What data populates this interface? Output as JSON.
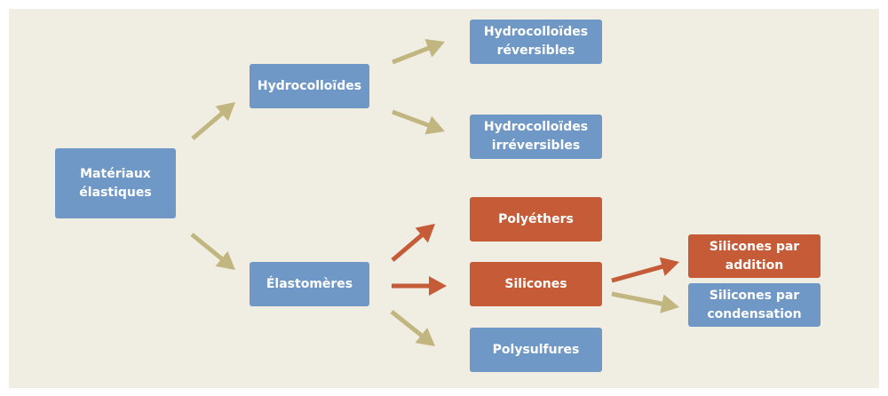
{
  "colors": {
    "background": "#f0ede3",
    "node_blue": "#7098c6",
    "node_orange": "#c55c37",
    "arrow_tan": "#c2b680",
    "arrow_orange": "#c55c37",
    "text": "#ffffff"
  },
  "nodes": {
    "materiaux": {
      "line1": "Matériaux",
      "line2": "élastiques",
      "color": "blue"
    },
    "hydrocolloides": {
      "line1": "Hydrocolloïdes",
      "color": "blue"
    },
    "elastomeres": {
      "line1": "Élastomères",
      "color": "blue"
    },
    "hydro_reversibles": {
      "line1": "Hydrocolloïdes",
      "line2": "réversibles",
      "color": "blue"
    },
    "hydro_irreversibles": {
      "line1": "Hydrocolloïdes",
      "line2": "irréversibles",
      "color": "blue"
    },
    "polyethers": {
      "line1": "Polyéthers",
      "color": "orange"
    },
    "silicones": {
      "line1": "Silicones",
      "color": "orange"
    },
    "polysulfures": {
      "line1": "Polysulfures",
      "color": "blue"
    },
    "silicones_addition": {
      "line1": "Silicones par",
      "line2": "addition",
      "color": "orange"
    },
    "silicones_condensation": {
      "line1": "Silicones par",
      "line2": "condensation",
      "color": "blue"
    }
  },
  "edges": [
    {
      "from": "materiaux",
      "to": "hydrocolloides",
      "color": "tan"
    },
    {
      "from": "materiaux",
      "to": "elastomeres",
      "color": "tan"
    },
    {
      "from": "hydrocolloides",
      "to": "hydro_reversibles",
      "color": "tan"
    },
    {
      "from": "hydrocolloides",
      "to": "hydro_irreversibles",
      "color": "tan"
    },
    {
      "from": "elastomeres",
      "to": "polyethers",
      "color": "orange"
    },
    {
      "from": "elastomeres",
      "to": "silicones",
      "color": "orange"
    },
    {
      "from": "elastomeres",
      "to": "polysulfures",
      "color": "tan"
    },
    {
      "from": "silicones",
      "to": "silicones_addition",
      "color": "orange"
    },
    {
      "from": "silicones",
      "to": "silicones_condensation",
      "color": "tan"
    }
  ]
}
